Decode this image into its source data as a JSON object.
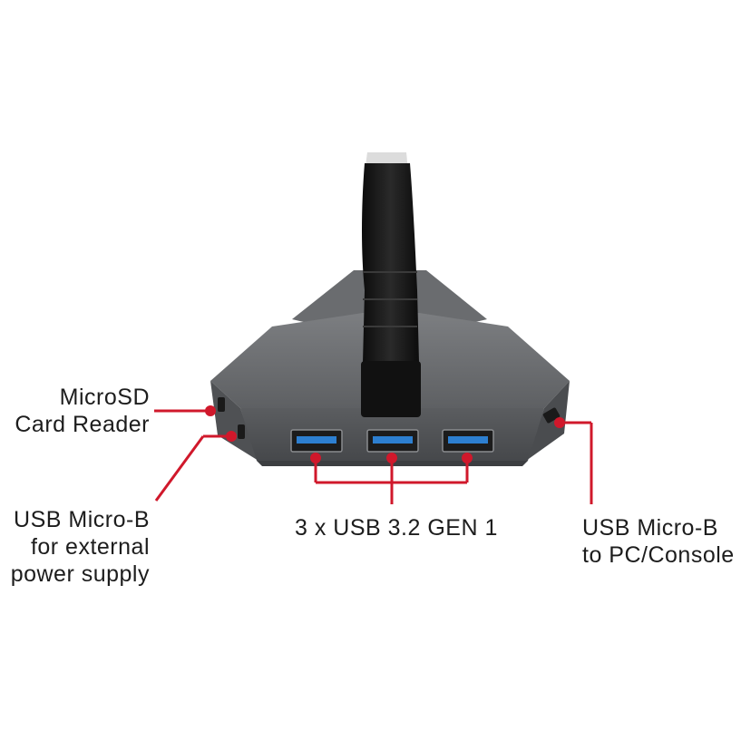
{
  "colors": {
    "background": "#ffffff",
    "callout": "#d0182b",
    "hub_top": "#6b6d70",
    "hub_front": "#55575a",
    "cable": "#141414",
    "port_blue": "#2d7fd0"
  },
  "labels": {
    "microsd": {
      "line1": "MicroSD",
      "line2": "Card Reader"
    },
    "power": {
      "line1": "USB Micro-B",
      "line2": "for external",
      "line3": "power supply"
    },
    "usb_ports": {
      "line1": "3 x USB 3.2 GEN 1"
    },
    "pc": {
      "line1": "USB Micro-B",
      "line2": "to PC/Console"
    }
  }
}
